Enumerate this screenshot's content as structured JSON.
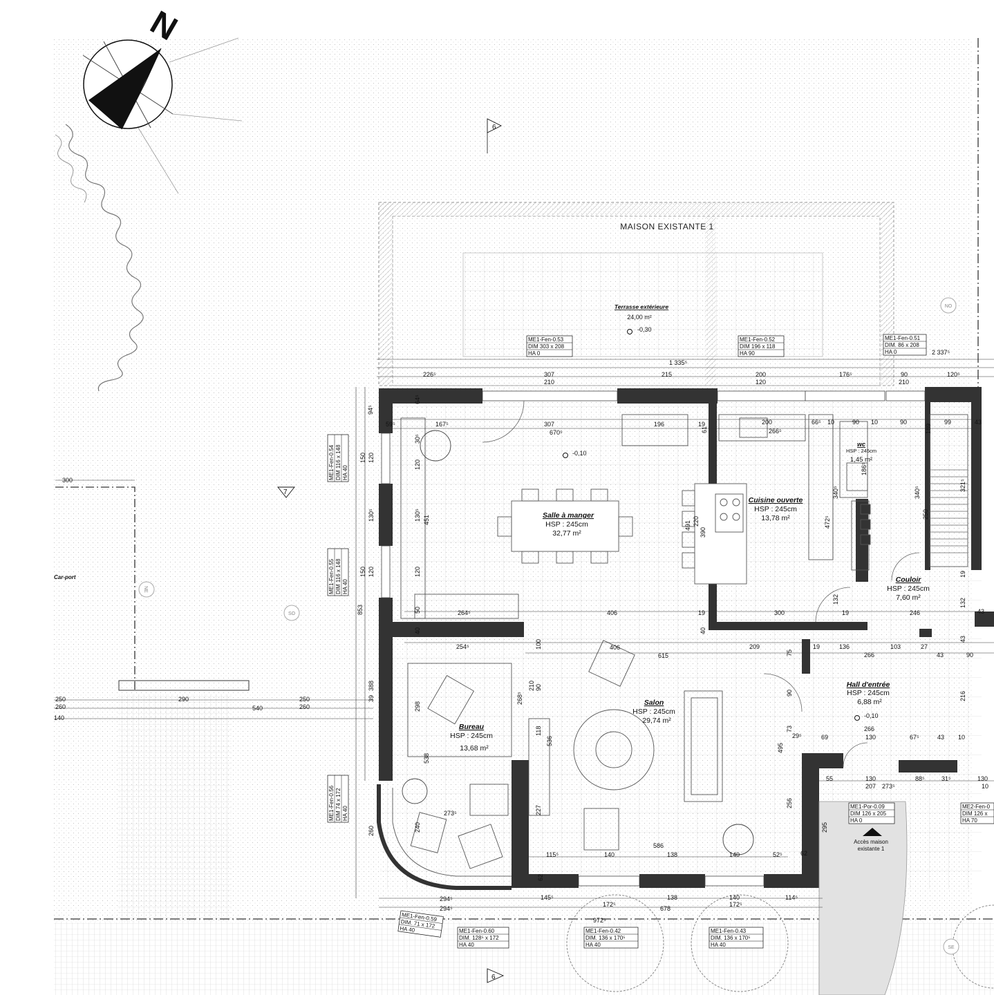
{
  "building_label": "MAISON EXISTANTE 1",
  "compass_letter": "N",
  "terrace": {
    "name": "Terrasse extérieure",
    "area": "24,00 m²",
    "level": "-0,30"
  },
  "rooms": [
    {
      "name": "Salle à manger",
      "hsp": "HSP : 245cm",
      "area": "32,77 m²"
    },
    {
      "name": "Cuisine ouverte",
      "hsp": "HSP : 245cm",
      "area": "13,78 m²"
    },
    {
      "name": "wc",
      "hsp": "HSP : 245cm",
      "area": "1,45 m²"
    },
    {
      "name": "Couloir",
      "hsp": "HSP : 245cm",
      "area": "7,60 m²"
    },
    {
      "name": "Hall d'entrée",
      "hsp": "HSP : 245cm",
      "area": "6,88 m²"
    },
    {
      "name": "Salon",
      "hsp": "HSP : 245cm",
      "area": "29,74 m²"
    },
    {
      "name": "Bureau",
      "hsp": "HSP : 245cm",
      "area": "13,68 m²"
    }
  ],
  "levels": {
    "dining": "-0,10",
    "hall": "-0,10"
  },
  "carport": "Car-port",
  "entry_note": {
    "line1": "Accès maison",
    "line2": "existante 1"
  },
  "orientation_marks": {
    "no": "NO",
    "so": "SO",
    "se": "SE",
    "ne": "NE"
  },
  "section_marks": {
    "top": "6",
    "bottom": "6",
    "left": "7"
  },
  "window_tags": [
    {
      "l1": "ME1-Fen-0.53",
      "l2": "DIM  303 x 208",
      "l3": "HA   0"
    },
    {
      "l1": "ME1-Fen-0.52",
      "l2": "DIM  196 x 118",
      "l3": "HA   90"
    },
    {
      "l1": "ME1-Fen-0.51",
      "l2": "DIM.  86 x 208",
      "l3": "HA   0"
    },
    {
      "l1": "ME1-Por-0.09",
      "l2": "DIM  126 x 205",
      "l3": "HA   0"
    },
    {
      "l1": "ME2-Fen-0",
      "l2": "DIM  126 x",
      "l3": "HA   70"
    },
    {
      "l1": "ME1-Fen-0.60",
      "l2": "DIM.  128⁵ x 172",
      "l3": "HA   40"
    },
    {
      "l1": "ME1-Fen-0.42",
      "l2": "DIM.  136 x 170⁵",
      "l3": "HA   40"
    },
    {
      "l1": "ME1-Fen-0.43",
      "l2": "DIM.  136 x 170⁵",
      "l3": "HA   40"
    },
    {
      "l1": "ME1-Fen-0.59",
      "l2": "DIM.  71 x 172",
      "l3": "HA   40"
    },
    {
      "l1": "ME1-Fen-0.54",
      "l2": "DIM  116 x 148",
      "l3": "HA   40"
    },
    {
      "l1": "ME1-Fen-0.55",
      "l2": "DIM  116 x 148",
      "l3": "HA   40"
    },
    {
      "l1": "ME1-Fen-0.56",
      "l2": "DIM  74 x 172",
      "l3": "HA   40"
    }
  ],
  "dimensions": {
    "top_total": "1 335⁵",
    "top_right": "2 337⁵",
    "d2265": "226⁵",
    "d307a": "307",
    "d210a": "210",
    "d215": "215",
    "d200a": "200",
    "d120a": "120",
    "d1765": "176⁵",
    "d90a": "90",
    "d210b": "210",
    "d1205": "120⁵",
    "d595": "59⁵",
    "d1675": "167⁵",
    "d307b": "307",
    "d6705": "670⁵",
    "d196": "196",
    "d19a": "19",
    "d61": "61",
    "d200b": "200",
    "d2665": "266⁵",
    "d665": "66⁵",
    "d10a": "10",
    "d90b": "90",
    "d10b": "10",
    "d90c": "90",
    "d99": "99",
    "d43a": "43",
    "d945": "94⁵",
    "d645": "64⁵",
    "d305": "30⁵",
    "d120b": "120",
    "d150a": "150",
    "d120c": "120",
    "d1305a": "130⁵",
    "d1305b": "130⁵",
    "d451": "451",
    "d120d": "120",
    "d150b": "150",
    "d120e": "120",
    "d50": "50",
    "d2645": "264⁵",
    "d406a": "406",
    "d19b": "19",
    "d300a": "300",
    "d19c": "19",
    "d246": "246",
    "d43b": "43",
    "d853": "853",
    "d40a": "40",
    "d40b": "40",
    "d2545": "254⁵",
    "d100": "100",
    "d406b": "406",
    "d615": "615",
    "d209": "209",
    "d75": "75",
    "d19d": "19",
    "d136": "136",
    "d266a": "266",
    "d103": "103",
    "d27": "27",
    "d43c": "43",
    "d90d": "90",
    "d43d": "43",
    "d491": "491",
    "d390": "390",
    "d220": "220",
    "d3405a": "340⁵",
    "d472": "472⁵",
    "d3405b": "340⁵",
    "d250": "250",
    "d3215": "321⁵",
    "d1865": "186⁵",
    "d189": "189",
    "d19e": "19",
    "d132a": "132",
    "d132b": "132",
    "d388": "388",
    "d39": "39",
    "d250b": "250",
    "d260a": "260",
    "d540": "540",
    "d250c": "250",
    "d260b": "260",
    "d290": "290",
    "d300b": "300",
    "d140a": "140",
    "d298": "298",
    "d2685": "268⁵",
    "d210c": "210",
    "d90e": "90",
    "d118": "118",
    "d536": "536",
    "d538": "538",
    "d90f": "90",
    "d73": "73",
    "d295": "29⁵",
    "d69": "69",
    "d130a": "130",
    "d675": "67⁵",
    "d43e": "43",
    "d10c": "10",
    "d495": "495",
    "d266b": "266",
    "d216": "216",
    "d55": "55",
    "d130b": "130",
    "d207": "207",
    "d2735a": "273⁵",
    "d885": "88⁵",
    "d315": "31⁵",
    "d130c": "130",
    "d10d": "10",
    "d2735b": "273⁵",
    "d240": "240",
    "d227": "227",
    "d256": "256",
    "d295b": "295",
    "d260c": "260",
    "d586": "586",
    "d1155": "115⁵",
    "d140b": "140",
    "d138a": "138",
    "d140c": "140",
    "d525": "52⁵",
    "d62a": "62",
    "d62b": "62",
    "d2945a": "294⁵",
    "d2945b": "294⁵",
    "d1455": "145⁵",
    "d1725a": "172⁵",
    "d138b": "138",
    "d140d": "140",
    "d1145": "114⁵",
    "d678": "678",
    "d1725b": "172⁵",
    "d9725": "972⁵"
  },
  "colors": {
    "wall": "#333333",
    "line": "#222222",
    "hatch": "#9a9a9a",
    "tile": "#d6d6d6"
  }
}
